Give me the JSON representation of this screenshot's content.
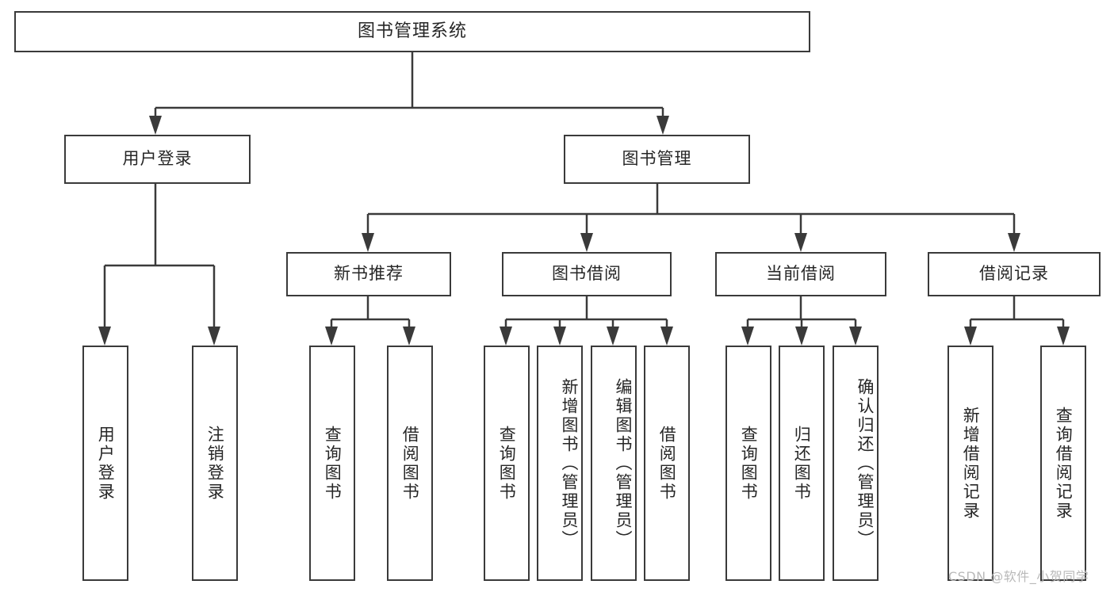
{
  "diagram": {
    "title": "图书管理系统",
    "type": "tree",
    "root": {
      "label": "图书管理系统"
    },
    "level1": [
      {
        "label": "用户登录"
      },
      {
        "label": "图书管理"
      }
    ],
    "level2": [
      {
        "label": "新书推荐"
      },
      {
        "label": "图书借阅"
      },
      {
        "label": "当前借阅"
      },
      {
        "label": "借阅记录"
      }
    ],
    "leaves": {
      "user_login": [
        {
          "label": "用户登录"
        },
        {
          "label": "注销登录"
        }
      ],
      "new_book_recommend": [
        {
          "label": "查询图书"
        },
        {
          "label": "借阅图书"
        }
      ],
      "book_borrow": [
        {
          "label": "查询图书"
        },
        {
          "label": "新增图书（管理员）"
        },
        {
          "label": "编辑图书（管理员）"
        },
        {
          "label": "借阅图书"
        }
      ],
      "current_borrow": [
        {
          "label": "查询图书"
        },
        {
          "label": "归还图书"
        },
        {
          "label": "确认归还（管理员）"
        }
      ],
      "borrow_record": [
        {
          "label": "新增借阅记录"
        },
        {
          "label": "查询借阅记录"
        }
      ]
    }
  },
  "watermark": {
    "text": "CSDN @软件_小贺同学"
  },
  "colors": {
    "border": "#3a3a3a",
    "background": "#ffffff",
    "text": "#262626",
    "watermark": "#b9b9b9"
  }
}
